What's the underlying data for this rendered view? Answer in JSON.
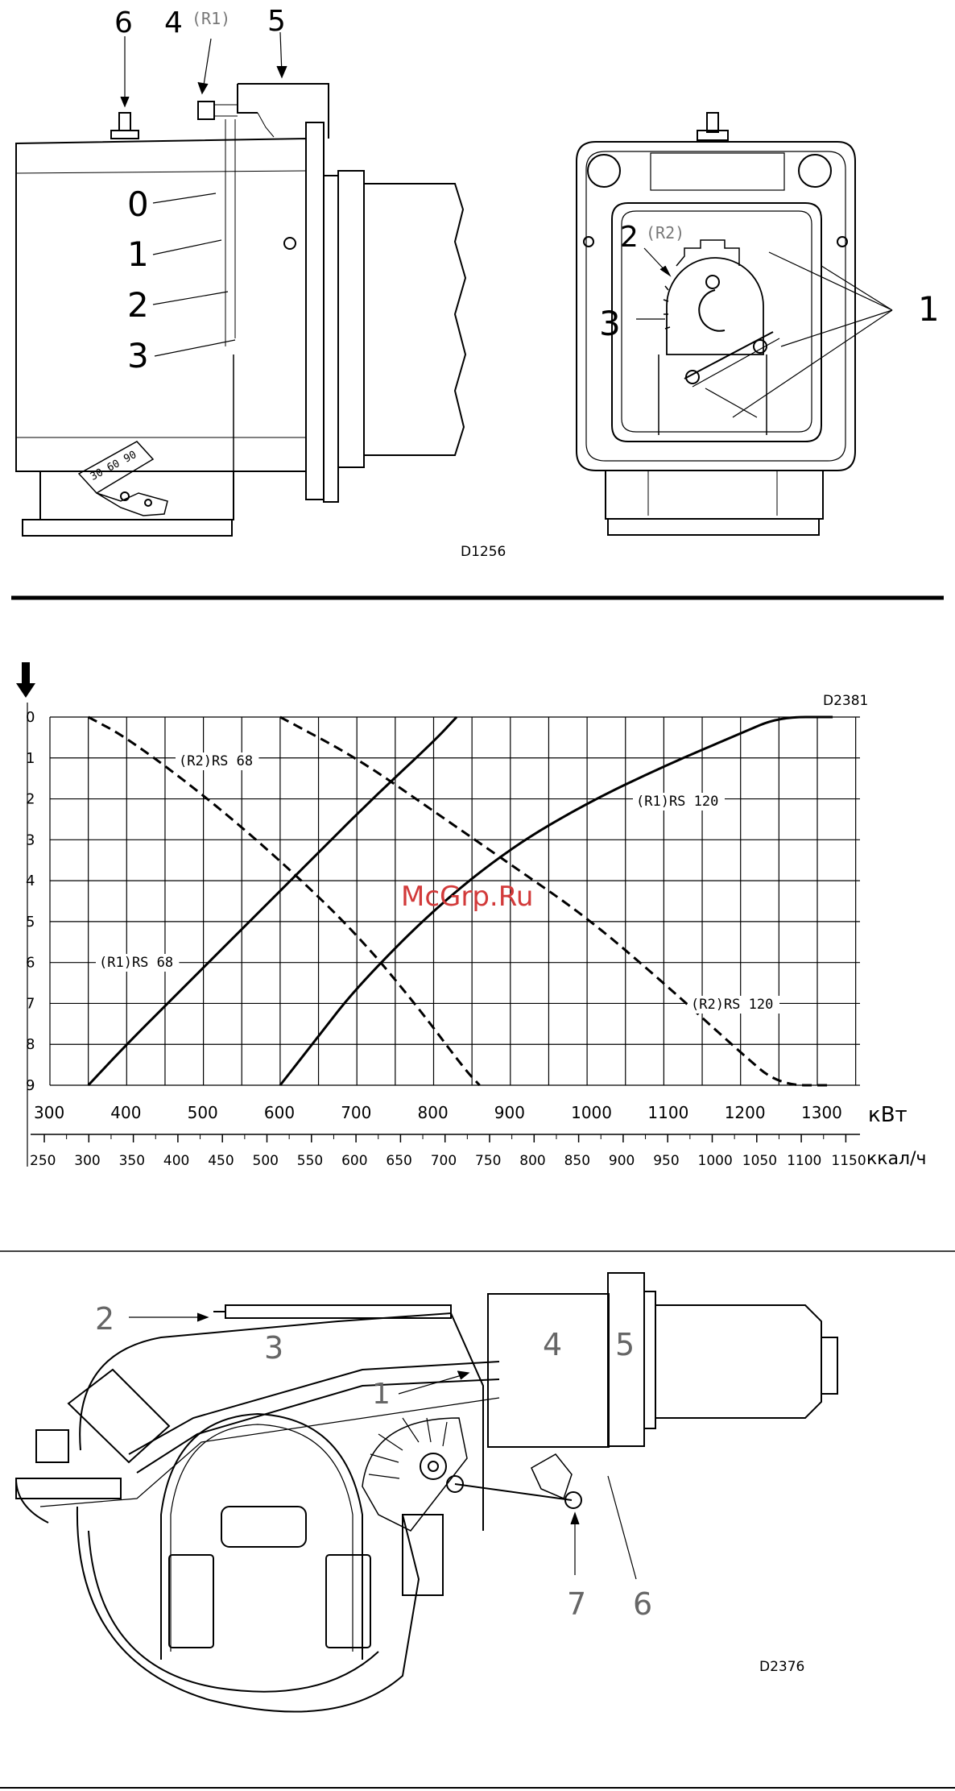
{
  "figure1": {
    "callouts_left": {
      "c6": "6",
      "c4": "4",
      "c4_note": "(R1)",
      "c5": "5"
    },
    "scale_marks": [
      "0",
      "1",
      "2",
      "3"
    ],
    "callouts_right": {
      "c2": "2",
      "c2_note": "(R2)",
      "c3": "3",
      "c1": "1"
    },
    "dial_text": "30 60 90",
    "code": "D1256"
  },
  "figure2": {
    "code": "D2381",
    "watermark": "McGrp.Ru",
    "x_unit_top": "кВт",
    "x_unit_bottom": "ккал/ч",
    "x_ticks_kw": [
      "300",
      "400",
      "500",
      "600",
      "700",
      "800",
      "900",
      "1000",
      "1100",
      "1200",
      "1300"
    ],
    "x_ticks_kcal": [
      "250",
      "300",
      "350",
      "400",
      "450",
      "500",
      "550",
      "600",
      "650",
      "700",
      "750",
      "800",
      "850",
      "900",
      "950",
      "1000",
      "1050",
      "1100",
      "1150"
    ],
    "y_ticks": [
      "0",
      "1",
      "2",
      "3",
      "4",
      "5",
      "6",
      "7",
      "8",
      "9"
    ]
  },
  "chart_data": {
    "type": "line",
    "x_unit": "кВт",
    "xlim": [
      300,
      1320
    ],
    "ylim": [
      0,
      9
    ],
    "y_reversed": true,
    "grid": true,
    "series": [
      {
        "name": "(R1)RS 68",
        "style": "solid",
        "color": "#000000",
        "points": [
          [
            350,
            9
          ],
          [
            400,
            8
          ],
          [
            480,
            6.5
          ],
          [
            560,
            5
          ],
          [
            640,
            3.5
          ],
          [
            720,
            2
          ],
          [
            800,
            0.6
          ],
          [
            830,
            0
          ]
        ]
      },
      {
        "name": "(R2)RS 68",
        "style": "dashed",
        "color": "#000000",
        "points": [
          [
            350,
            0
          ],
          [
            400,
            0.5
          ],
          [
            500,
            1.9
          ],
          [
            600,
            3.5
          ],
          [
            700,
            5.3
          ],
          [
            780,
            7.1
          ],
          [
            840,
            8.6
          ],
          [
            860,
            9
          ]
        ]
      },
      {
        "name": "(R1)RS 120",
        "style": "solid",
        "color": "#000000",
        "points": [
          [
            600,
            9
          ],
          [
            650,
            7.8
          ],
          [
            700,
            6.6
          ],
          [
            800,
            4.7
          ],
          [
            900,
            3.2
          ],
          [
            1000,
            2.1
          ],
          [
            1100,
            1.2
          ],
          [
            1200,
            0.4
          ],
          [
            1250,
            0
          ],
          [
            1320,
            0
          ]
        ]
      },
      {
        "name": "(R2)RS 120",
        "style": "dashed",
        "color": "#000000",
        "points": [
          [
            600,
            0
          ],
          [
            700,
            1
          ],
          [
            800,
            2.3
          ],
          [
            900,
            3.6
          ],
          [
            1000,
            4.9
          ],
          [
            1100,
            6.5
          ],
          [
            1200,
            8.2
          ],
          [
            1250,
            9
          ],
          [
            1320,
            9
          ]
        ]
      }
    ]
  },
  "figure3": {
    "callouts": [
      "1",
      "2",
      "3",
      "4",
      "5",
      "6",
      "7"
    ],
    "code": "D2376"
  }
}
